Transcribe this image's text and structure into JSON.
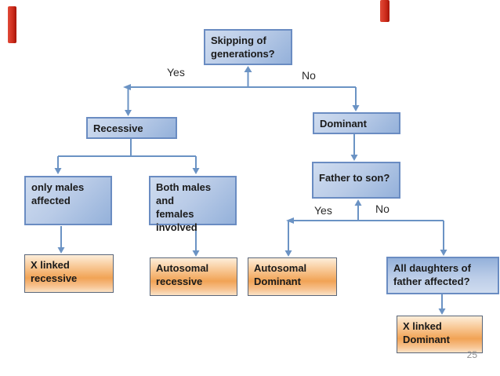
{
  "page_number": "25",
  "colors": {
    "node-blue-light": "#cfdcef",
    "node-blue-dark": "#94b1da",
    "node-blue-border": "#6a8cc2",
    "orange-light": "#fdeeda",
    "orange-mid": "#f1a355",
    "orange-border": "#5a6679",
    "arrow": "#6b93c4",
    "text": "#1a1a1a",
    "label": "#2a2a2a",
    "accent-red": "#cf2e1e",
    "page-number": "#8f8f8f"
  },
  "nodes": {
    "skipping_generations": {
      "label": "Skipping of\ngenerations?"
    },
    "recessive": {
      "label": "Recessive"
    },
    "dominant": {
      "label": "Dominant"
    },
    "father_to_son": {
      "label": "Father to son?"
    },
    "only_males": {
      "label": "only males\naffected"
    },
    "both_males": {
      "label": "Both males and\nfemales\ninvolved"
    },
    "all_daughters": {
      "label": "All daughters of\nfather affected?"
    },
    "x_linked_recessive": {
      "label": "X linked\nrecessive"
    },
    "autosomal_recessive": {
      "label": "Autosomal\nrecessive"
    },
    "autosomal_dominant": {
      "label": "Autosomal\nDominant"
    },
    "x_linked_dominant": {
      "label": "X linked\nDominant"
    }
  },
  "branches": {
    "skipping_yes": "Yes",
    "skipping_no": "No",
    "father_yes": "Yes",
    "father_no": "No"
  }
}
